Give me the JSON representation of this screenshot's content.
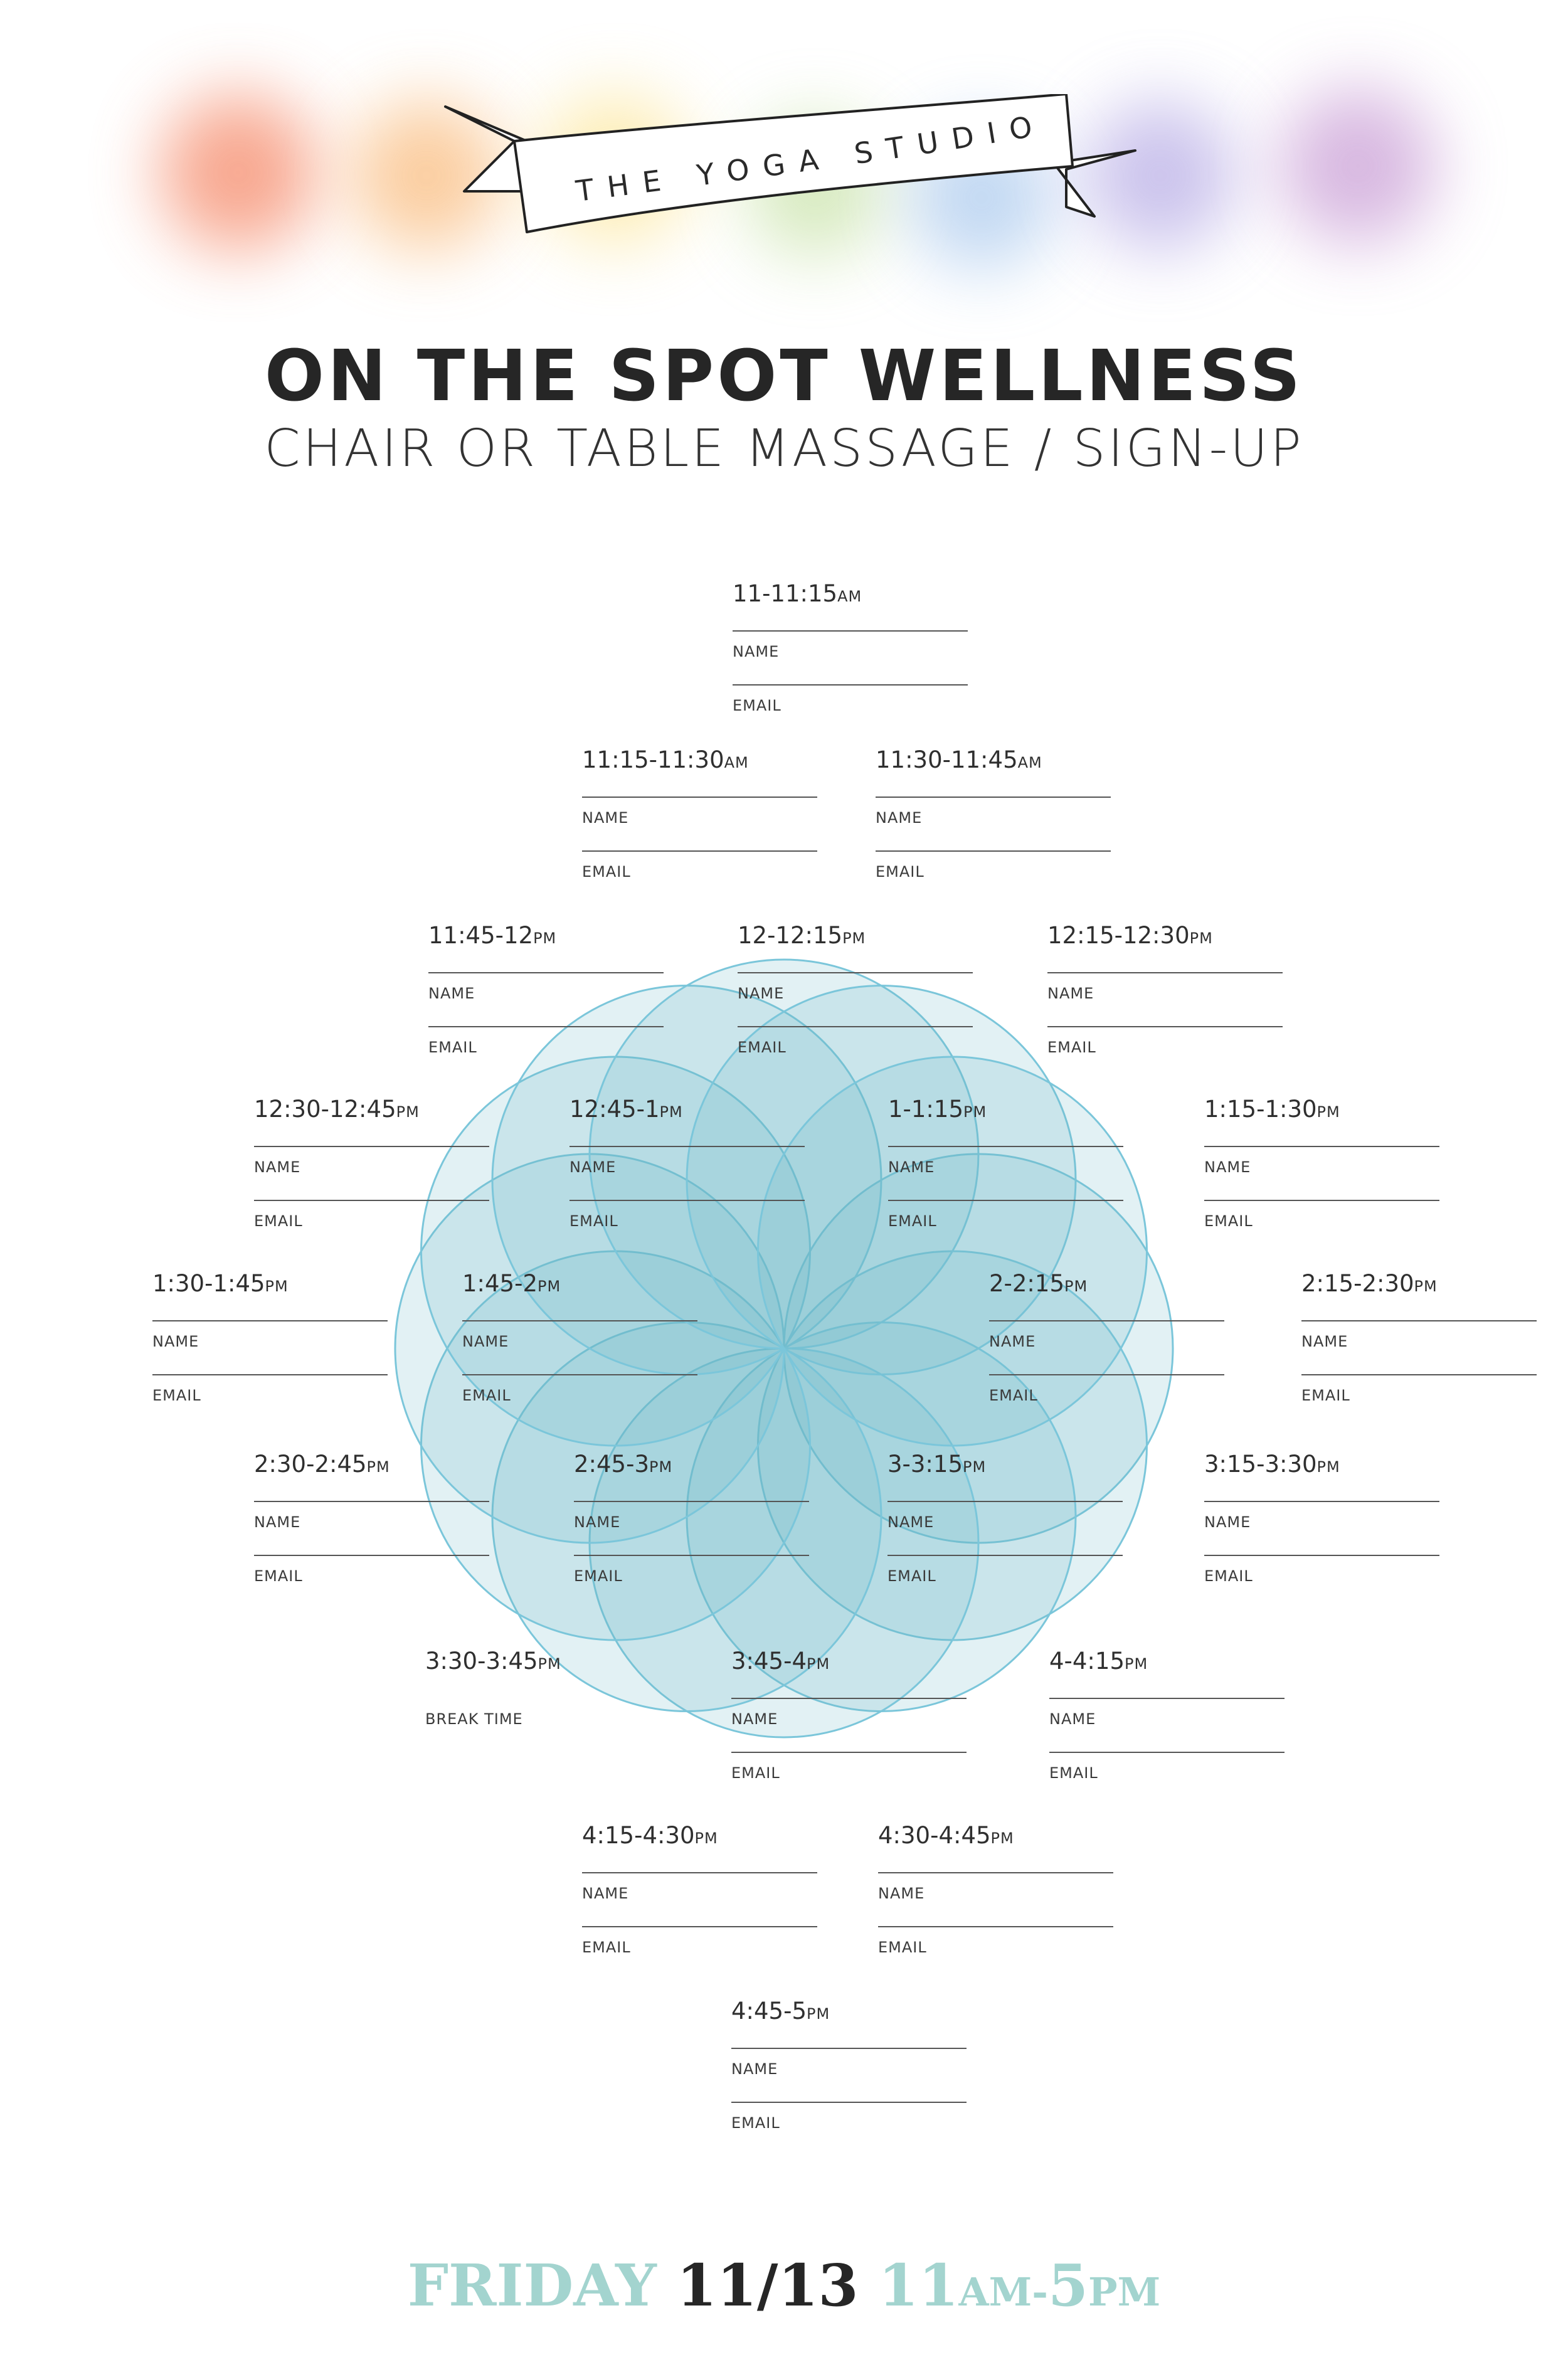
{
  "studio_name": "THE YOGA STUDIO",
  "title": "ON THE SPOT WELLNESS",
  "subtitle": "CHAIR OR TABLE MASSAGE / SIGN-UP",
  "colors": {
    "accent_teal": "#a3d4cf",
    "flower_fill": "#6fb8c9",
    "flower_stroke": "#7bc6da",
    "text": "#2a2a2a",
    "blob_colors": [
      "#f58a6a",
      "#f9b877",
      "#fbe082",
      "#b6d98b",
      "#8fb8e8",
      "#a89be0",
      "#c79ad4"
    ]
  },
  "labels": {
    "name": "NAME",
    "email": "EMAIL"
  },
  "slots": [
    {
      "time": "11-11:15",
      "ampm": "AM"
    },
    {
      "time": "11:15-11:30",
      "ampm": "AM"
    },
    {
      "time": "11:30-11:45",
      "ampm": "AM"
    },
    {
      "time": "11:45-12",
      "ampm": "PM"
    },
    {
      "time": "12-12:15",
      "ampm": "PM"
    },
    {
      "time": "12:15-12:30",
      "ampm": "PM"
    },
    {
      "time": "12:30-12:45",
      "ampm": "PM"
    },
    {
      "time": "12:45-1",
      "ampm": "PM"
    },
    {
      "time": "1-1:15",
      "ampm": "PM"
    },
    {
      "time": "1:15-1:30",
      "ampm": "PM"
    },
    {
      "time": "1:30-1:45",
      "ampm": "PM"
    },
    {
      "time": "1:45-2",
      "ampm": "PM"
    },
    {
      "time": "2-2:15",
      "ampm": "PM"
    },
    {
      "time": "2:15-2:30",
      "ampm": "PM"
    },
    {
      "time": "2:30-2:45",
      "ampm": "PM"
    },
    {
      "time": "2:45-3",
      "ampm": "PM"
    },
    {
      "time": "3-3:15",
      "ampm": "PM"
    },
    {
      "time": "3:15-3:30",
      "ampm": "PM"
    },
    {
      "time": "3:30-3:45",
      "ampm": "PM",
      "break_text": "BREAK TIME"
    },
    {
      "time": "3:45-4",
      "ampm": "PM"
    },
    {
      "time": "4-4:15",
      "ampm": "PM"
    },
    {
      "time": "4:15-4:30",
      "ampm": "PM"
    },
    {
      "time": "4:30-4:45",
      "ampm": "PM"
    },
    {
      "time": "4:45-5",
      "ampm": "PM"
    }
  ],
  "footer": {
    "day": "FRIDAY",
    "date": "11/13",
    "start": "11",
    "start_ampm": "AM",
    "sep": "-",
    "end": "5",
    "end_ampm": "PM"
  }
}
